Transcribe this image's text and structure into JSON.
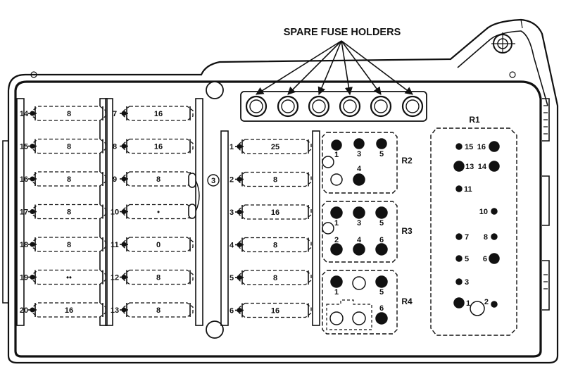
{
  "title": "SPARE FUSE HOLDERS",
  "circle_label": "3",
  "fuse_columns": [
    {
      "fuses": [
        {
          "num": "14",
          "rating": "8"
        },
        {
          "num": "15",
          "rating": "8"
        },
        {
          "num": "16",
          "rating": "8"
        },
        {
          "num": "17",
          "rating": "8"
        },
        {
          "num": "18",
          "rating": "8"
        },
        {
          "num": "19",
          "rating": "••"
        },
        {
          "num": "20",
          "rating": "16"
        }
      ]
    },
    {
      "fuses": [
        {
          "num": "7",
          "rating": "16"
        },
        {
          "num": "8",
          "rating": "16"
        },
        {
          "num": "9",
          "rating": "8"
        },
        {
          "num": "10",
          "rating": "•"
        },
        {
          "num": "11",
          "rating": "0"
        },
        {
          "num": "12",
          "rating": "8"
        },
        {
          "num": "13",
          "rating": "8"
        }
      ]
    },
    {
      "fuses": [
        {
          "num": "1",
          "rating": "25"
        },
        {
          "num": "2",
          "rating": "8"
        },
        {
          "num": "3",
          "rating": "16"
        },
        {
          "num": "4",
          "rating": "8"
        },
        {
          "num": "5",
          "rating": "8"
        },
        {
          "num": "6",
          "rating": "16"
        }
      ]
    }
  ],
  "relays": [
    {
      "name": "R2",
      "pins": [
        "1",
        "3",
        "5",
        "4"
      ]
    },
    {
      "name": "R3",
      "pins": [
        "1",
        "3",
        "5",
        "2",
        "4",
        "6"
      ]
    },
    {
      "name": "R4",
      "pins": [
        "1",
        "5",
        "6"
      ]
    }
  ],
  "relay_r1": {
    "name": "R1",
    "pins": [
      "15",
      "16",
      "13",
      "14",
      "11",
      "10",
      "7",
      "8",
      "5",
      "6",
      "3",
      "1",
      "2"
    ]
  }
}
